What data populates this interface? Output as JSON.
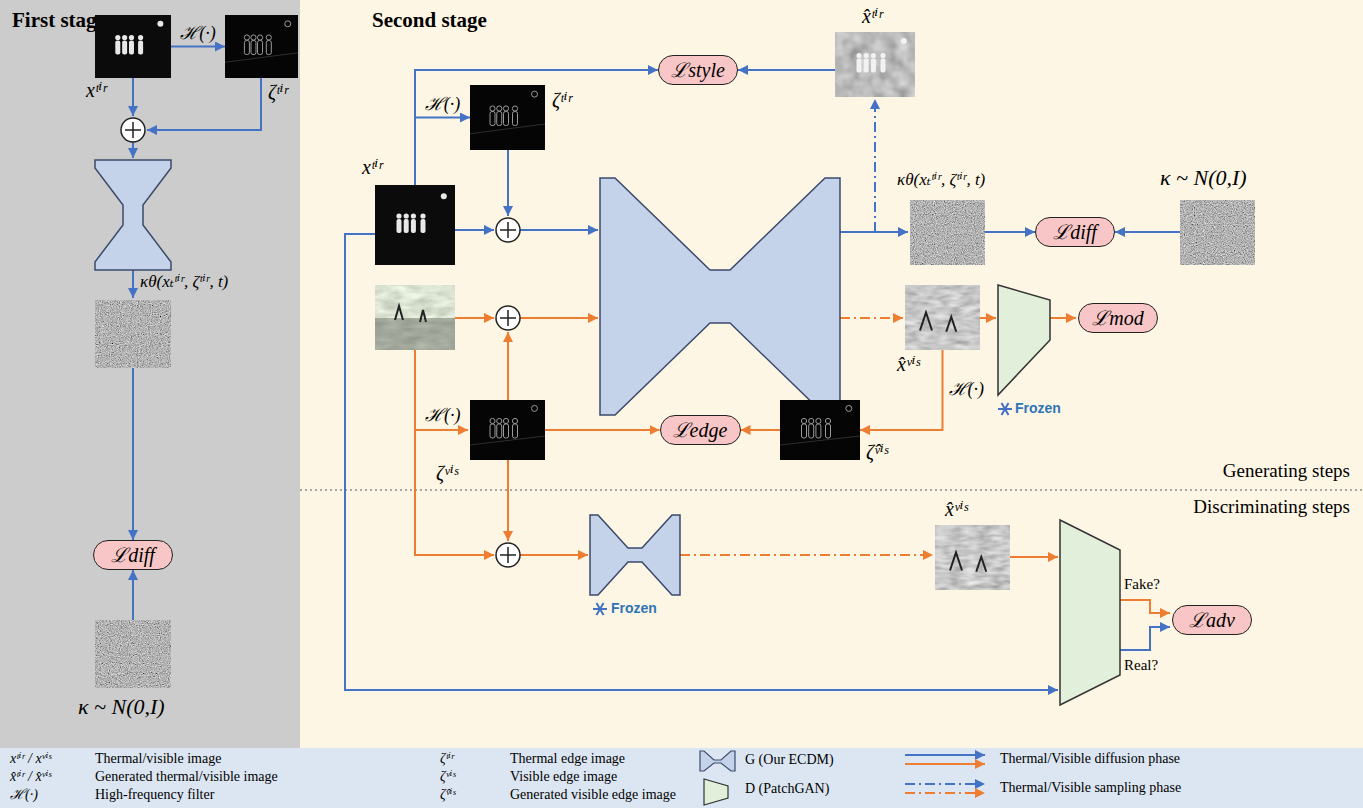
{
  "diagram": {
    "nodes": [
      {
        "text": [
          "First stage"
        ]
      },
      {
        "text": [
          "xᵗⁱʳ"
        ],
        "in": 0
      },
      {
        "text": [
          "ζᵗⁱʳ"
        ],
        "in": 0
      },
      {
        "text": [
          "κθ(xₜᵗⁱʳ, ζᵗⁱʳ, t)"
        ],
        "in": 0
      },
      {
        "text": [
          "ℒdiff"
        ],
        "in": 0
      },
      {
        "text": [
          "κ ~ N(0,I)"
        ],
        "in": 0
      },
      {
        "text": [
          "Second stage"
        ]
      },
      {
        "text": [
          "ℒstyle"
        ],
        "in": 6
      },
      {
        "text": [
          "x̂ᵗⁱʳ"
        ],
        "in": 6
      },
      {
        "text": [
          "ζᵗⁱʳ"
        ],
        "in": 6
      },
      {
        "text": [
          "xᵗⁱʳ"
        ],
        "in": 6
      },
      {
        "text": [
          "κθ(xₜᵗⁱʳ, ζᵗⁱʳ, t)"
        ],
        "in": 6
      },
      {
        "text": [
          "κ ~ N(0,I)"
        ],
        "in": 6
      },
      {
        "text": [
          "ℒdiff"
        ],
        "in": 6
      },
      {
        "text": [
          "x̂ᵛⁱˢ"
        ],
        "in": 6
      },
      {
        "text": [
          "ℒmod"
        ],
        "in": 6
      },
      {
        "text": [
          "ζᵛⁱˢ"
        ],
        "in": 6
      },
      {
        "text": [
          "ℒedge"
        ],
        "in": 6
      },
      {
        "text": [
          "ζ̂ᵛⁱˢ"
        ],
        "in": 6
      },
      {
        "text": [
          "x̂ᵛⁱˢ"
        ],
        "in": 6
      },
      {
        "text": [
          "ℒadv"
        ],
        "in": 6
      }
    ],
    "edges": [
      {
        "from": 1,
        "to": 2,
        "label": "ℋ(·)",
        "arrow": "to"
      },
      {
        "from": 3,
        "to": 4,
        "arrow": "to"
      },
      {
        "from": 5,
        "to": 4,
        "arrow": "to"
      },
      {
        "from": 10,
        "to": 7,
        "arrow": "to"
      },
      {
        "from": 8,
        "to": 7,
        "arrow": "to"
      },
      {
        "from": 10,
        "to": 9,
        "label": "ℋ(·)",
        "arrow": "to"
      },
      {
        "from": 11,
        "to": 13,
        "arrow": "to"
      },
      {
        "from": 12,
        "to": 13,
        "arrow": "to"
      },
      {
        "from": 14,
        "to": 18,
        "label": "ℋ(·)",
        "arrow": "to"
      },
      {
        "from": 16,
        "to": 17,
        "arrow": "to"
      },
      {
        "from": 18,
        "to": 17,
        "arrow": "to"
      }
    ],
    "labels": [
      "ℋ(·)",
      "Frozen",
      "Frozen",
      "Generating steps",
      "Discriminating steps",
      "Fake?",
      "Real?",
      "xᵗⁱʳ / xᵛⁱˢ",
      "x̂ᵗⁱʳ / x̂ᵛⁱˢ",
      "ℋ(·)",
      "ζᵗⁱʳ",
      "ζᵛⁱˢ",
      "ζ̂ᵛⁱˢ"
    ],
    "legend": [
      {
        "text": "Thermal/visible image"
      },
      {
        "text": "Generated thermal/visible image"
      },
      {
        "text": "High-frequency filter"
      },
      {
        "text": "Thermal edge image"
      },
      {
        "text": "Visible edge image"
      },
      {
        "text": "Generated visible edge image"
      },
      {
        "text": "G (Our ECDM)"
      },
      {
        "text": "D (PatchGAN)"
      },
      {
        "text": "Thermal/Visible diffusion phase"
      },
      {
        "text": "Thermal/Visible sampling phase"
      }
    ]
  }
}
